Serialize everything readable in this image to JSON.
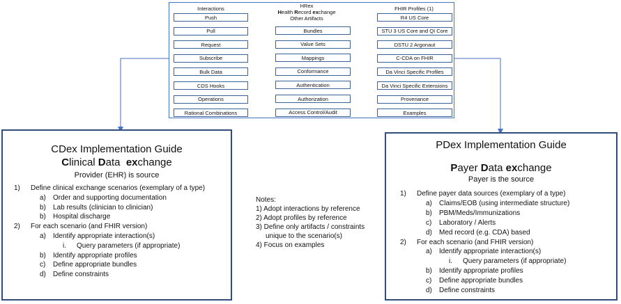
{
  "top_panel": {
    "interactions": {
      "title": "Interactions",
      "items": [
        "Push",
        "Pull",
        "Request",
        "Subscribe",
        "Bulk Data",
        "CDS Hooks",
        "Operations",
        "Rational Combinations"
      ]
    },
    "hrex": {
      "line1": "HRex",
      "line2_parts": [
        {
          "text": "H",
          "bold": true
        },
        {
          "text": "ealth ",
          "bold": false
        },
        {
          "text": "R",
          "bold": true
        },
        {
          "text": "ecord ",
          "bold": false
        },
        {
          "text": "ex",
          "bold": true
        },
        {
          "text": "change",
          "bold": false
        }
      ],
      "line3": "Other Artifacts",
      "items": [
        "Bundles",
        "Value Sets",
        "Mappings",
        "Conformance",
        "Authentication",
        "Authorization",
        "Access Control/Audit"
      ]
    },
    "fhir_profiles": {
      "title": "FHIR Profiles (1)",
      "items": [
        "R4 US Core",
        "STU 3 US Core and QI Core",
        "DSTU 2 Argonaut",
        "C-CDA on FHIR",
        "Da Vinci Specific Profiles",
        "Da Vinci Specific Extensions",
        "Provenance",
        "Examples"
      ]
    }
  },
  "cdex": {
    "title": "CDex Implementation Guide",
    "subtitle_parts": [
      {
        "text": "C",
        "bold": true
      },
      {
        "text": "linical ",
        "bold": false
      },
      {
        "text": "D",
        "bold": true
      },
      {
        "text": "ata  ",
        "bold": false
      },
      {
        "text": "ex",
        "bold": true
      },
      {
        "text": "change",
        "bold": false
      }
    ],
    "source": "Provider (EHR) is source",
    "lines": [
      {
        "marker": "1)",
        "text": "Define clinical exchange scenarios (exemplary of a type)"
      },
      {
        "marker": "a)",
        "text": "Order and supporting documentation"
      },
      {
        "marker": "b)",
        "text": "Lab results (clinician to clinician)"
      },
      {
        "marker": "b)",
        "text": "Hospital discharge"
      },
      {
        "marker": "2)",
        "text": "For each scenario (and FHIR version)"
      },
      {
        "marker": "a)",
        "text": "Identify appropriate interaction(s)"
      },
      {
        "marker": "i.",
        "text": "Query  parameters (if appropriate)"
      },
      {
        "marker": "b)",
        "text": "Identify appropriate profiles"
      },
      {
        "marker": "c)",
        "text": "Define appropriate bundles"
      },
      {
        "marker": "d)",
        "text": "Define constraints"
      }
    ]
  },
  "notes": {
    "title": "Notes:",
    "lines": [
      "1) Adopt interactions by reference",
      "2) Adopt profiles by reference",
      "3) Define only artifacts / constraints",
      "unique to the scenario(s)",
      "4) Focus on examples"
    ]
  },
  "pdex": {
    "title": "PDex Implementation Guide",
    "subtitle_parts": [
      {
        "text": "P",
        "bold": true
      },
      {
        "text": "ayer ",
        "bold": false
      },
      {
        "text": "D",
        "bold": true
      },
      {
        "text": "ata ",
        "bold": false
      },
      {
        "text": "ex",
        "bold": true
      },
      {
        "text": "change",
        "bold": false
      }
    ],
    "source": "Payer is the source",
    "lines": [
      {
        "marker": "1)",
        "text": "Define payer data sources (exemplary of a type)"
      },
      {
        "marker": "a)",
        "text": "Claims/EOB (using intermediate structure)"
      },
      {
        "marker": "b)",
        "text": "PBM/Meds/Immunizations"
      },
      {
        "marker": "c)",
        "text": "Laboratory  / Alerts"
      },
      {
        "marker": "d)",
        "text": "Med  record (e.g. CDA) based"
      },
      {
        "marker": "2)",
        "text": "For each scenario (and FHIR version)"
      },
      {
        "marker": "a)",
        "text": "Identify appropriate interaction(s)"
      },
      {
        "marker": "i.",
        "text": "Query  parameters (if appropriate)"
      },
      {
        "marker": "b)",
        "text": "Identify appropriate profiles"
      },
      {
        "marker": "c)",
        "text": "Define appropriate bundles"
      },
      {
        "marker": "d)",
        "text": "Define constraints"
      }
    ]
  },
  "colors": {
    "panel_border": "#4472c4",
    "box_border": "#3a5f9a",
    "guide_border": "#2f4c7a",
    "arrow": "#4472c4"
  }
}
